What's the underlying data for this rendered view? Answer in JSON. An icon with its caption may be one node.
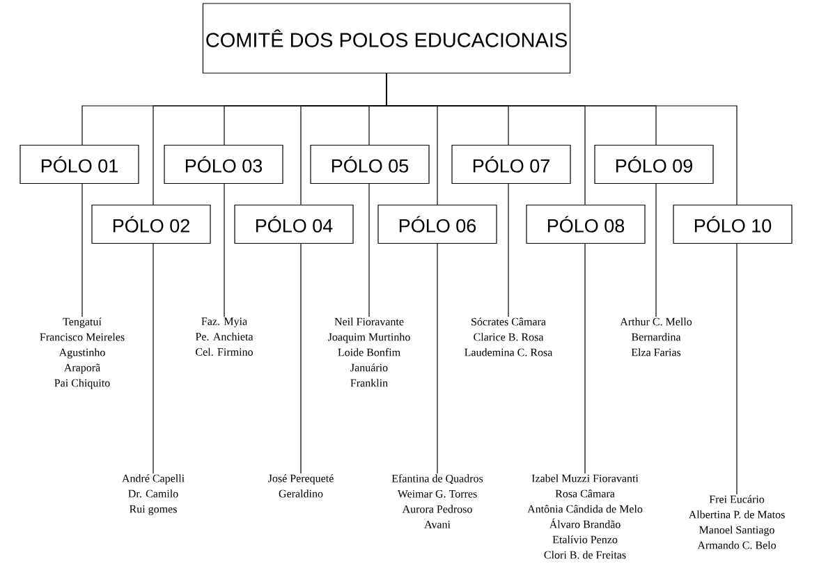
{
  "diagram": {
    "nodes": [
      {
        "text": [
          "COMITÊ DOS POLOS EDUCACIONAIS"
        ]
      },
      {
        "text": [
          "PÓLO 01"
        ]
      },
      {
        "text": [
          "PÓLO 02"
        ]
      },
      {
        "text": [
          "PÓLO 03"
        ]
      },
      {
        "text": [
          "PÓLO 04"
        ]
      },
      {
        "text": [
          "PÓLO 05"
        ]
      },
      {
        "text": [
          "PÓLO 06"
        ]
      },
      {
        "text": [
          "PÓLO 07"
        ]
      },
      {
        "text": [
          "PÓLO 08"
        ]
      },
      {
        "text": [
          "PÓLO 09"
        ]
      },
      {
        "text": [
          "PÓLO 10"
        ]
      },
      {
        "text": [
          "Tengatuí",
          "Francisco Meireles",
          "Agustinho",
          "Araporã",
          "Pai Chiquito"
        ]
      },
      {
        "text": [
          "André Capelli",
          "Dr. Camilo",
          "Rui gomes"
        ]
      },
      {
        "text": [
          "Faz. Myia",
          "Pe. Anchieta",
          "Cel. Firmino"
        ]
      },
      {
        "text": [
          "José Perequeté",
          "Geraldino"
        ]
      },
      {
        "text": [
          "Neil Fioravante",
          "Joaquim Murtinho",
          "Loide Bonfim",
          "Januário",
          "Franklin"
        ]
      },
      {
        "text": [
          "Efantina de Quadros",
          "Weimar G. Torres",
          "Aurora Pedroso",
          "Avani"
        ]
      },
      {
        "text": [
          "Sócrates Câmara",
          "Clarice B. Rosa",
          "Laudemina C. Rosa"
        ]
      },
      {
        "text": [
          "Izabel Muzzi Fioravanti",
          "Rosa Câmara",
          "Antônia Cândida de Melo",
          "Álvaro Brandão",
          "Etalívio Penzo",
          "Clori B. de Freitas"
        ]
      },
      {
        "text": [
          "Arthur C. Mello",
          "Bernardina",
          "Elza Farias"
        ]
      },
      {
        "text": [
          "Frei Eucário",
          "Albertina P. de Matos",
          "Manoel Santiago",
          "Armando C. Belo"
        ]
      }
    ],
    "edges": [
      {
        "from": 0,
        "to": 1,
        "arrow": "none"
      },
      {
        "from": 0,
        "to": 2,
        "arrow": "none"
      },
      {
        "from": 0,
        "to": 3,
        "arrow": "none"
      },
      {
        "from": 0,
        "to": 4,
        "arrow": "none"
      },
      {
        "from": 0,
        "to": 5,
        "arrow": "none"
      },
      {
        "from": 0,
        "to": 6,
        "arrow": "none"
      },
      {
        "from": 0,
        "to": 7,
        "arrow": "none"
      },
      {
        "from": 0,
        "to": 8,
        "arrow": "none"
      },
      {
        "from": 0,
        "to": 9,
        "arrow": "none"
      },
      {
        "from": 0,
        "to": 10,
        "arrow": "none"
      },
      {
        "from": 1,
        "to": 11,
        "arrow": "none"
      },
      {
        "from": 2,
        "to": 12,
        "arrow": "none"
      },
      {
        "from": 3,
        "to": 13,
        "arrow": "none"
      },
      {
        "from": 4,
        "to": 14,
        "arrow": "none"
      },
      {
        "from": 5,
        "to": 15,
        "arrow": "none"
      },
      {
        "from": 6,
        "to": 16,
        "arrow": "none"
      },
      {
        "from": 7,
        "to": 17,
        "arrow": "none"
      },
      {
        "from": 8,
        "to": 18,
        "arrow": "none"
      },
      {
        "from": 9,
        "to": 19,
        "arrow": "none"
      },
      {
        "from": 10,
        "to": 20,
        "arrow": "none"
      }
    ]
  }
}
